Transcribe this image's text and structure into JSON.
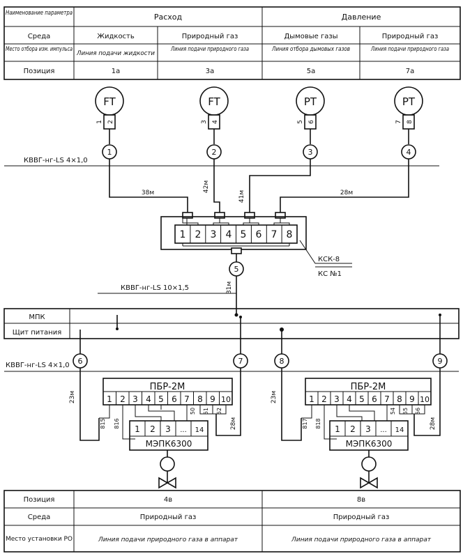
{
  "top_table": {
    "h_param": "Наименование параметра",
    "h_flow": "Расход",
    "h_pressure": "Давление",
    "r_medium": "Среда",
    "r_point": "Место отбора изм. импульса",
    "r_position": "Позиция",
    "cols": [
      {
        "medium": "Жидкость",
        "point": "Линия подачи жидкости",
        "position": "1а"
      },
      {
        "medium": "Природный газ",
        "point": "Линия подачи природного газа",
        "position": "3а"
      },
      {
        "medium": "Дымовые газы",
        "point": "Линия отбора дымовых газов",
        "position": "5а"
      },
      {
        "medium": "Природный газ",
        "point": "Линия подачи природного газа",
        "position": "7а"
      }
    ]
  },
  "instruments": [
    {
      "tag": "FT",
      "t1": "1",
      "t2": "2",
      "cable": "1"
    },
    {
      "tag": "FT",
      "t1": "3",
      "t2": "4",
      "cable": "2"
    },
    {
      "tag": "PT",
      "t1": "5",
      "t2": "6",
      "cable": "3"
    },
    {
      "tag": "PT",
      "t1": "7",
      "t2": "8",
      "cable": "4"
    }
  ],
  "cable_labels": {
    "upper": "КВВГ-нг-LS 4×1,0",
    "middle": "КВВГ-нг-LS 10×1,5",
    "lower": "КВВГ-нг-LS 4×1,0"
  },
  "lengths": {
    "c1": "38м",
    "c2": "42м",
    "c3": "41м",
    "c4": "28м",
    "c5": "31м",
    "c6": "23м",
    "c7": "28м",
    "c8": "23м",
    "c9": "28м"
  },
  "box": {
    "terminals": [
      "1",
      "2",
      "3",
      "4",
      "5",
      "6",
      "7",
      "8"
    ],
    "name": "КСК-8",
    "number": "КС №1",
    "cable_out": "5"
  },
  "rows": {
    "mpk": "МПК",
    "psu": "Щит питания"
  },
  "lower_cables": [
    "6",
    "7",
    "8",
    "9"
  ],
  "pbr": {
    "title": "ПБР-2М",
    "terminals": [
      "1",
      "2",
      "3",
      "4",
      "5",
      "6",
      "7",
      "8",
      "9",
      "10"
    ],
    "left": {
      "w1": "815",
      "w2": "816",
      "w3": "50",
      "w4": "51",
      "w5": "52"
    },
    "right": {
      "w1": "817",
      "w2": "818",
      "w3": "54",
      "w4": "55",
      "w5": "56"
    }
  },
  "mepk": {
    "title": "МЭПК6300",
    "terminals": [
      "1",
      "2",
      "3",
      "...",
      "14"
    ]
  },
  "bottom_table": {
    "r_position": "Позиция",
    "r_medium": "Среда",
    "r_place": "Место установки РО",
    "cols": [
      {
        "position": "4в",
        "medium": "Природный газ",
        "place": "Линия подачи природного газа в аппарат"
      },
      {
        "position": "8в",
        "medium": "Природный газ",
        "place": "Линия подачи природного газа в аппарат"
      }
    ]
  }
}
